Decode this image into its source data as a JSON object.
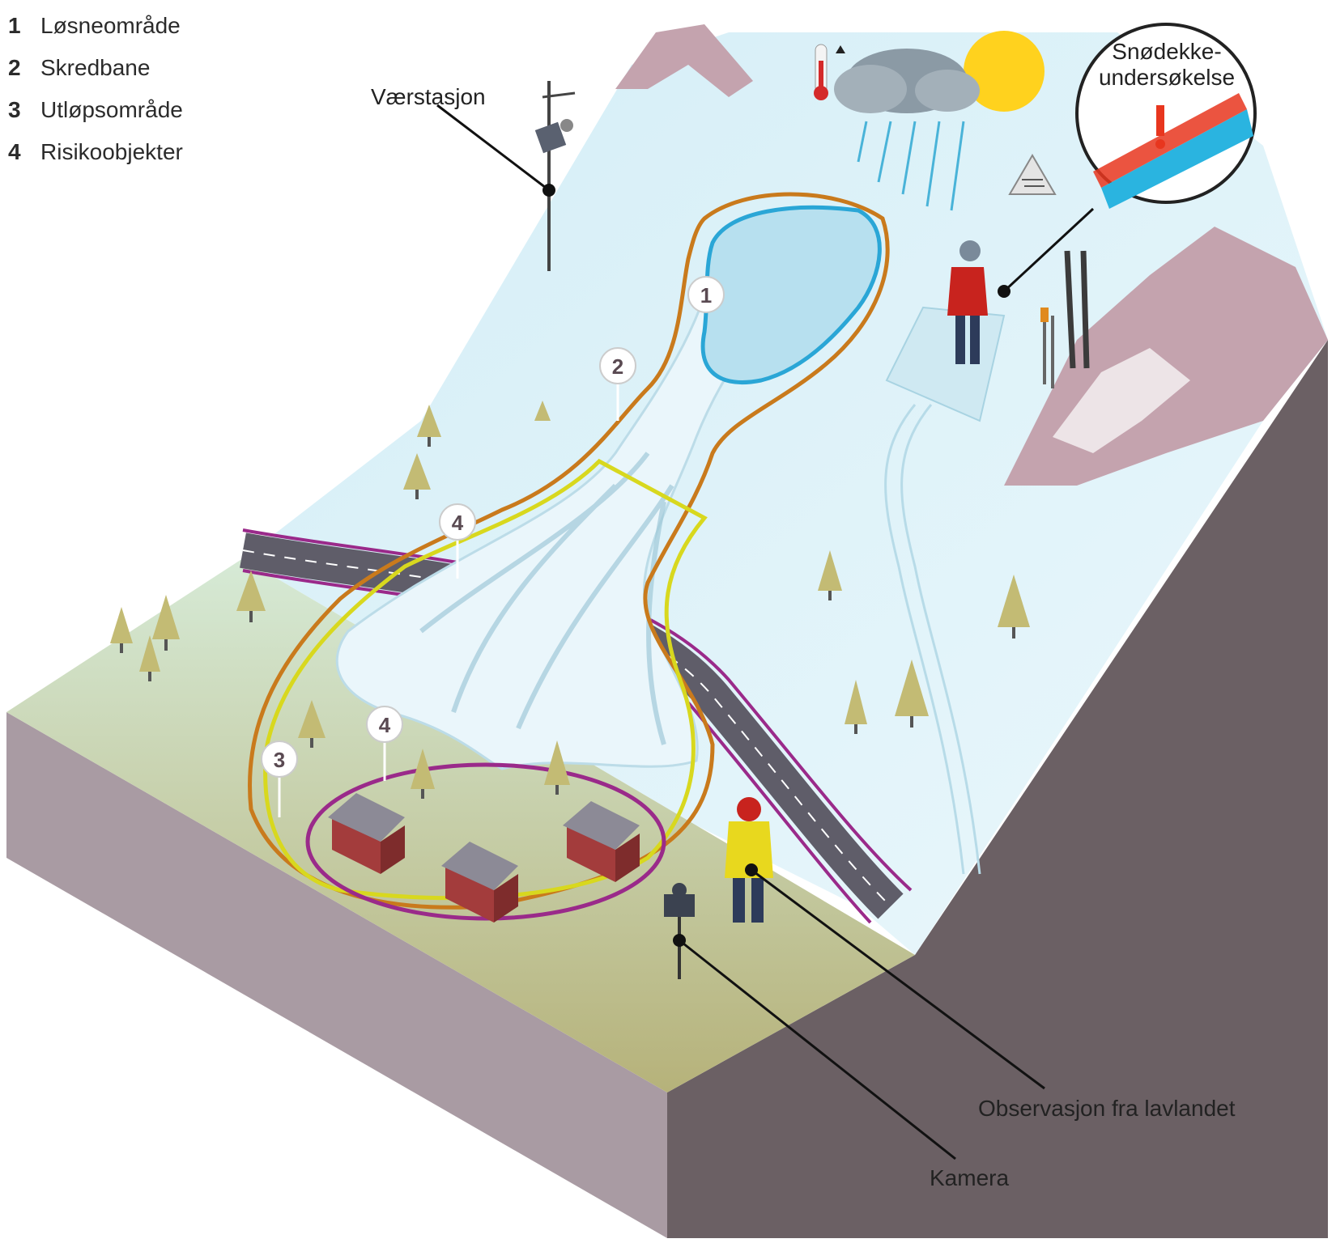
{
  "legend": [
    {
      "num": "1",
      "label": "Løsneområde"
    },
    {
      "num": "2",
      "label": "Skredbane"
    },
    {
      "num": "3",
      "label": "Utløpsområde"
    },
    {
      "num": "4",
      "label": "Risikoobjekter"
    }
  ],
  "labels": {
    "weather_station": "Værstasjon",
    "snow_survey_line1": "Snødekke-",
    "snow_survey_line2": "undersøkelse",
    "lowland_observation": "Observasjon fra lavlandet",
    "camera": "Kamera"
  },
  "markers": {
    "release": "1",
    "path": "2",
    "runout": "3",
    "risk_a": "4",
    "risk_b": "4"
  },
  "colors": {
    "release_outline": "#2aa6d6",
    "path_outline": "#c97a1c",
    "runout_outline": "#d8d81e",
    "risk_outline": "#9a2a8a",
    "snow": "#dff2f8",
    "lowland": "#bfc39a",
    "ground_side": "#a99ba3",
    "ground_side_dark": "#6b6064",
    "warning": "#e8361e"
  }
}
